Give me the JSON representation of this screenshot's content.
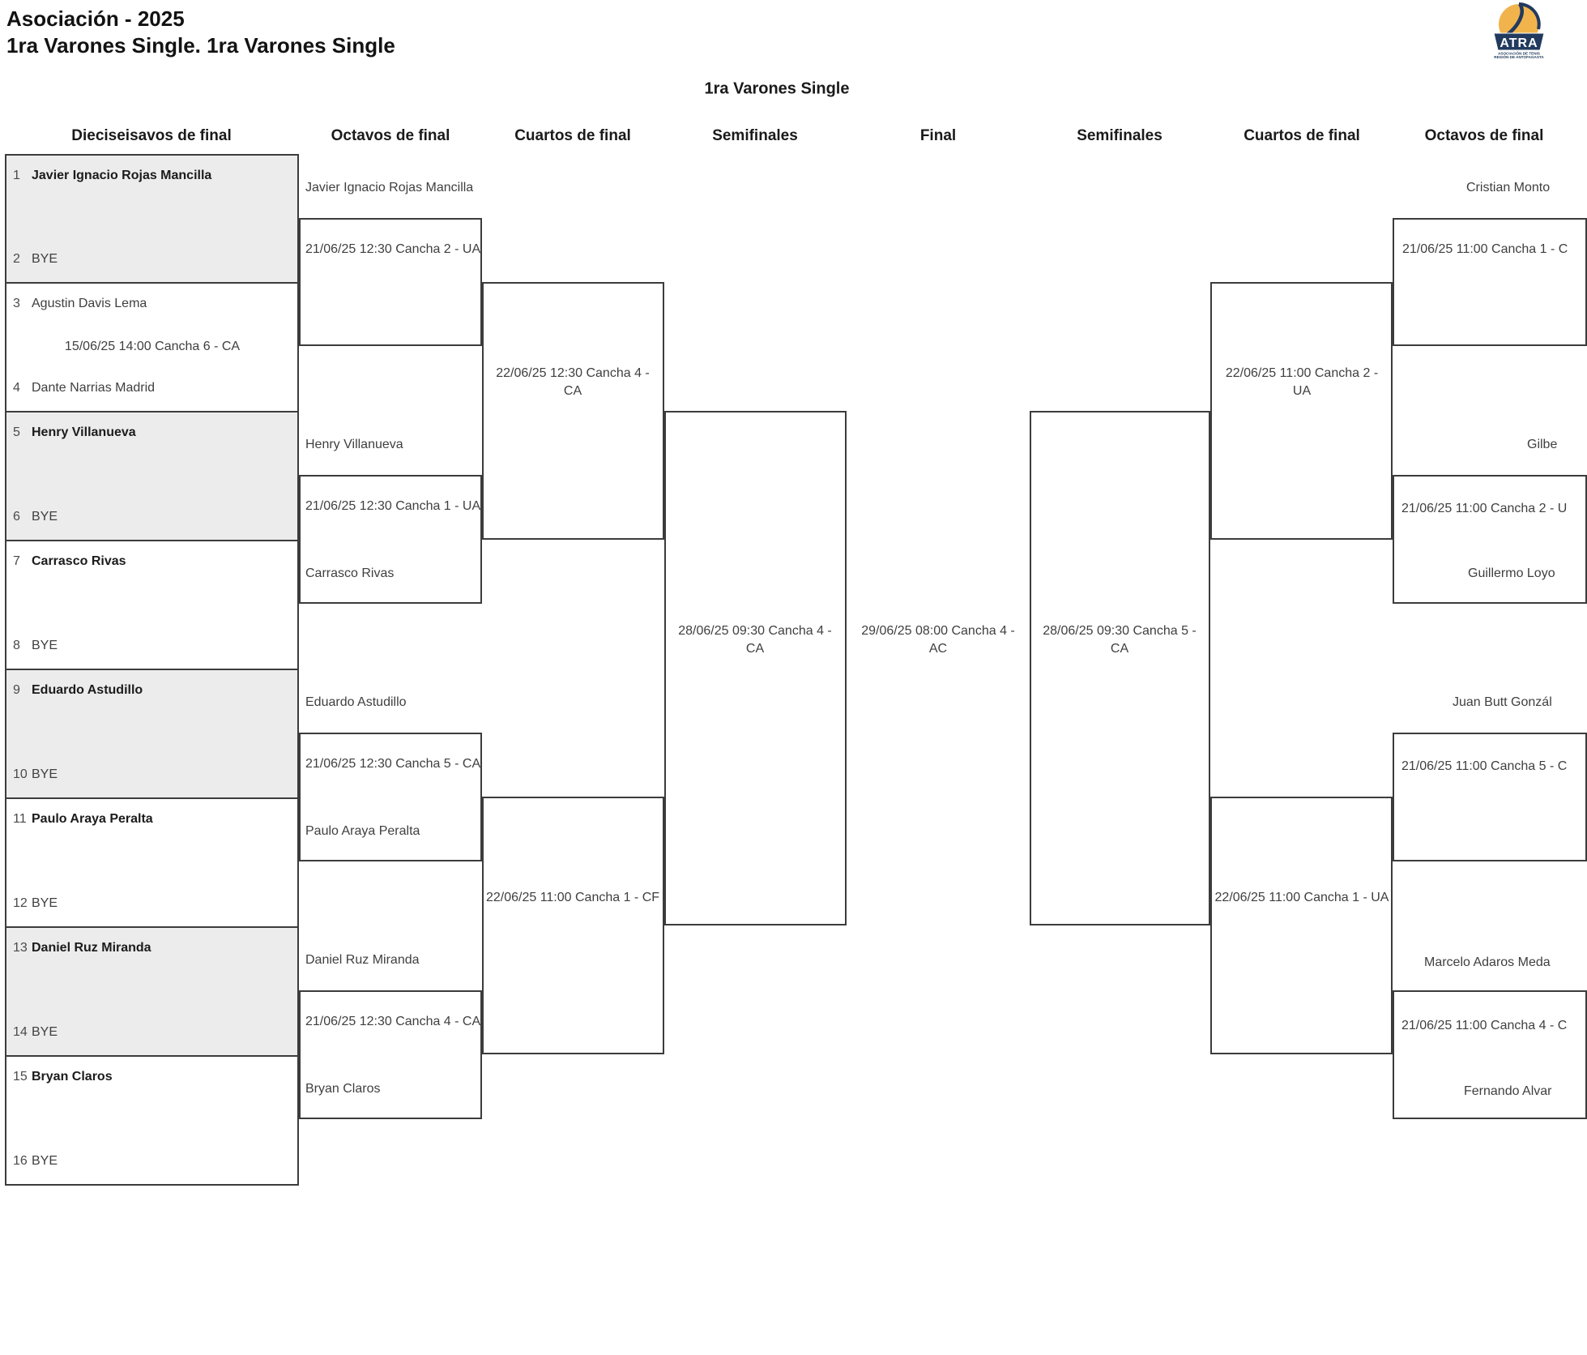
{
  "page": {
    "title_line1": "Asociación - 2025",
    "title_line2": "1ra Varones Single. 1ra Varones Single",
    "bracket_title": "1ra Varones Single"
  },
  "logo": {
    "name": "ATRA",
    "sub_line1": "ASOCIACIÓN DE TENIS",
    "sub_line2": "REGIÓN DE ANTOFAGASTA",
    "ball_color": "#f1b44c",
    "navy_color": "#223a5e"
  },
  "round_headers": [
    "Dieciseisavos de final",
    "Octavos de final",
    "Cuartos de final",
    "Semifinales",
    "Final",
    "Semifinales",
    "Cuartos de final",
    "Octavos de final"
  ],
  "first_round": [
    {
      "shaded": true,
      "p1": {
        "num": "1",
        "name": "Javier Ignacio Rojas Mancilla",
        "bold": true
      },
      "p2": {
        "num": "2",
        "name": "BYE",
        "bold": false
      }
    },
    {
      "shaded": false,
      "p1": {
        "num": "3",
        "name": "Agustin Davis Lema",
        "bold": false
      },
      "date": "15/06/25 14:00 Cancha 6 - CA",
      "p2": {
        "num": "4",
        "name": "Dante Narrias Madrid",
        "bold": false
      }
    },
    {
      "shaded": true,
      "p1": {
        "num": "5",
        "name": "Henry Villanueva",
        "bold": true
      },
      "p2": {
        "num": "6",
        "name": "BYE",
        "bold": false
      }
    },
    {
      "shaded": false,
      "p1": {
        "num": "7",
        "name": "Carrasco Rivas",
        "bold": true
      },
      "p2": {
        "num": "8",
        "name": "BYE",
        "bold": false
      }
    },
    {
      "shaded": true,
      "p1": {
        "num": "9",
        "name": "Eduardo Astudillo",
        "bold": true
      },
      "p2": {
        "num": "10",
        "name": "BYE",
        "bold": false
      }
    },
    {
      "shaded": false,
      "p1": {
        "num": "11",
        "name": "Paulo Araya Peralta",
        "bold": true
      },
      "p2": {
        "num": "12",
        "name": "BYE",
        "bold": false
      }
    },
    {
      "shaded": true,
      "p1": {
        "num": "13",
        "name": "Daniel Ruz Miranda",
        "bold": true
      },
      "p2": {
        "num": "14",
        "name": "BYE",
        "bold": false
      }
    },
    {
      "shaded": false,
      "p1": {
        "num": "15",
        "name": "Bryan Claros",
        "bold": true
      },
      "p2": {
        "num": "16",
        "name": "BYE",
        "bold": false
      }
    }
  ],
  "round_of_16_left": [
    {
      "p1": "Javier Ignacio Rojas Mancilla",
      "date": "21/06/25 12:30 Cancha 2 - UA",
      "p2": ""
    },
    {
      "p1": "Henry Villanueva",
      "date": "21/06/25 12:30 Cancha 1 - UA",
      "p2": "Carrasco Rivas"
    },
    {
      "p1": "Eduardo Astudillo",
      "date": "21/06/25 12:30 Cancha 5 - CA",
      "p2": "Paulo Araya Peralta"
    },
    {
      "p1": "Daniel Ruz Miranda",
      "date": "21/06/25 12:30 Cancha 4 - CA",
      "p2": "Bryan Claros"
    }
  ],
  "quarterfinals_left": [
    {
      "date_line1": "22/06/25 12:30 Cancha 4 -",
      "date_line2": "CA"
    },
    {
      "date": "22/06/25 11:00 Cancha 1 - CF"
    }
  ],
  "semifinal_left": {
    "date_line1": "28/06/25 09:30 Cancha 4 -",
    "date_line2": "CA"
  },
  "final_match": {
    "date_line1": "29/06/25 08:00 Cancha 4 -",
    "date_line2": "AC"
  },
  "semifinal_right": {
    "date_line1": "28/06/25 09:30 Cancha 5 -",
    "date_line2": "CA"
  },
  "quarterfinals_right": [
    {
      "date_line1": "22/06/25 11:00 Cancha 2 -",
      "date_line2": "UA"
    },
    {
      "date": "22/06/25 11:00 Cancha 1 - UA"
    }
  ],
  "round_of_16_right": [
    {
      "p1": "Cristian Monto",
      "date": "21/06/25 11:00 Cancha 1 - C",
      "p2": ""
    },
    {
      "p1": "Gilbe",
      "date": "21/06/25 11:00 Cancha 2 - U",
      "p2": "Guillermo Loyo"
    },
    {
      "p1": "Juan Butt Gonzál",
      "date": "21/06/25 11:00 Cancha 5 - C",
      "p2": ""
    },
    {
      "p1": "Marcelo Adaros Meda",
      "date": "21/06/25 11:00 Cancha 4 - C",
      "p2": "Fernando Alvar"
    }
  ]
}
